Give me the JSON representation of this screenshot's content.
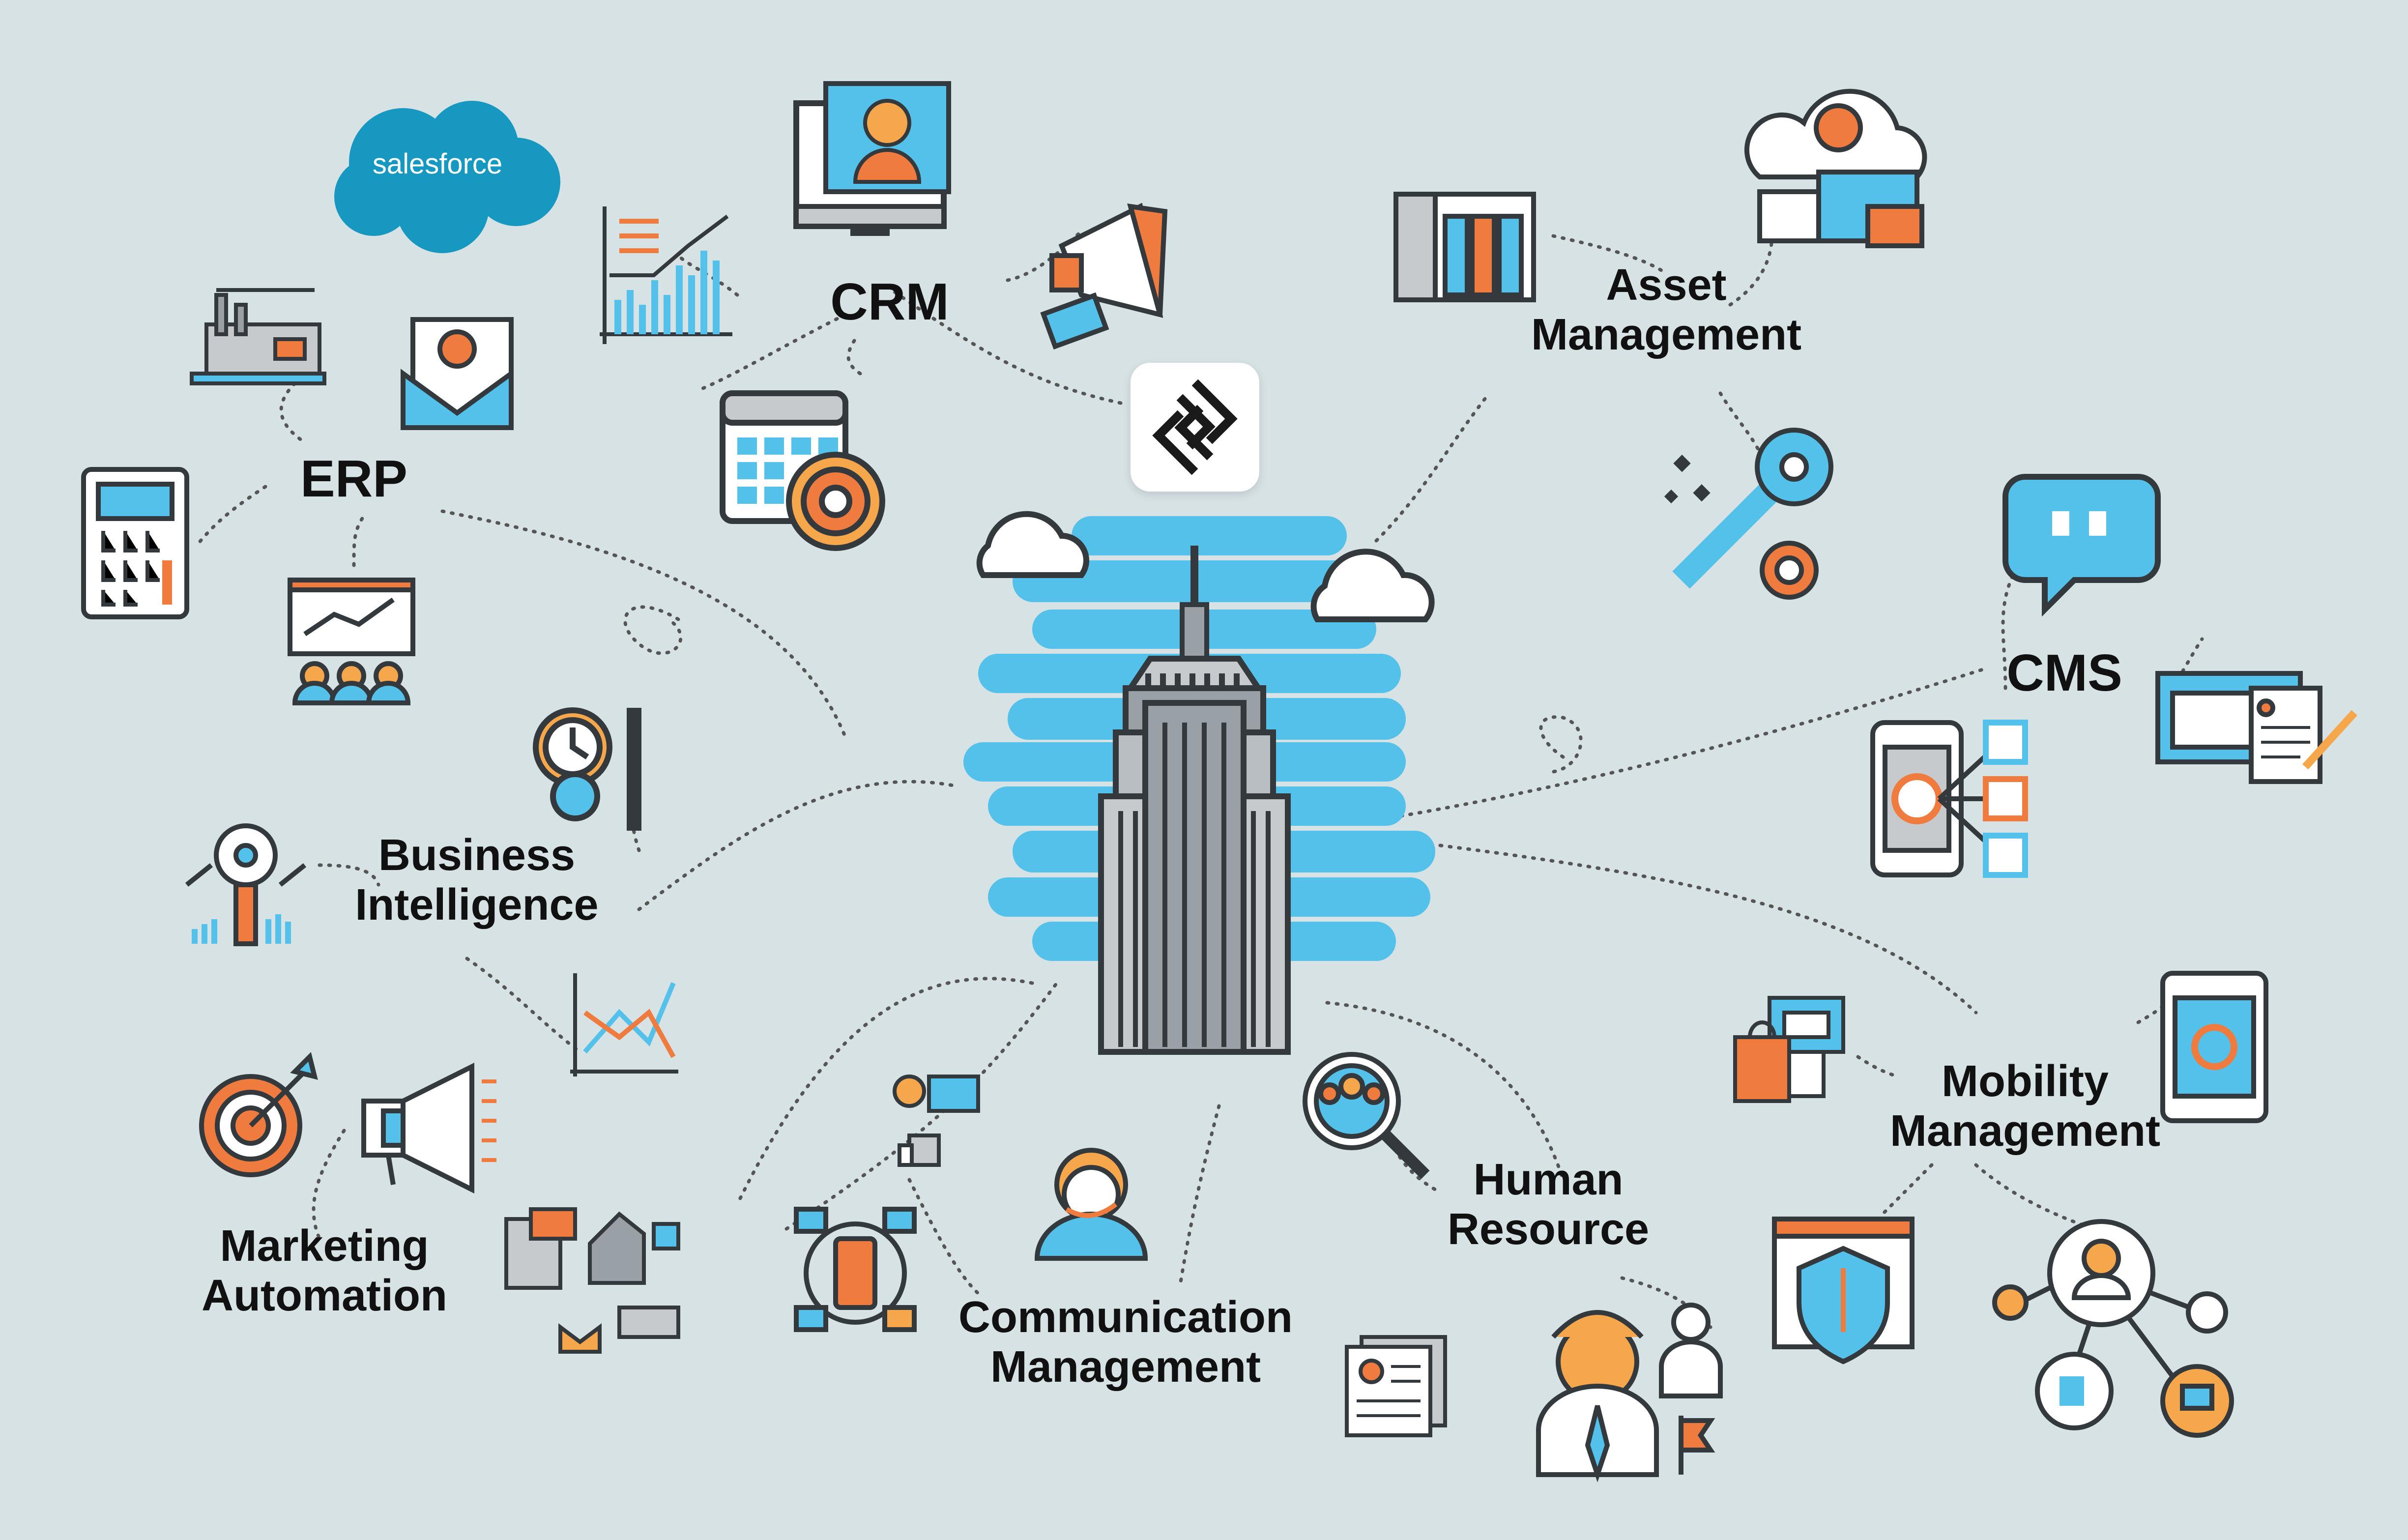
{
  "labels": {
    "crm": "CRM",
    "erp": "ERP",
    "asset": [
      "Asset",
      "Management"
    ],
    "cms": "CMS",
    "bi": [
      "Business",
      "Intelligence"
    ],
    "mobility": [
      "Mobility",
      "Management"
    ],
    "marketing": [
      "Marketing",
      "Automation"
    ],
    "communication": [
      "Communication",
      "Management"
    ],
    "hr": [
      "Human",
      "Resource"
    ]
  },
  "brand": {
    "salesforce": "salesforce"
  },
  "colors": {
    "background": "#d7e2e5",
    "accent_blue": "#54c1ea",
    "accent_orange": "#f07b3f",
    "dark": "#33393d",
    "salesforce_blue": "#1798c1"
  },
  "icons": [
    "salesforce-logo-icon",
    "crm-monitor-icon",
    "growth-chart-icon",
    "megaphone-icon",
    "calendar-gear-icon",
    "factory-icon",
    "email-settings-icon",
    "calculator-icon",
    "presentation-icon",
    "server-rack-icon",
    "cloud-devices-icon",
    "key-gear-icon",
    "quote-bubble-icon",
    "browser-document-icon",
    "mobile-network-icon",
    "clock-wrench-icon",
    "data-analysis-icon",
    "line-chart-icon",
    "target-icon",
    "marketing-megaphone-icon",
    "marketing-collage-icon",
    "chat-thumbs-icon",
    "support-agent-icon",
    "communication-hub-icon",
    "team-search-icon",
    "id-cards-icon",
    "businessman-icon",
    "shopping-bags-icon",
    "mobile-email-icon",
    "security-payment-icon",
    "social-network-icon",
    "skyscraper-icon",
    "cloud-icon",
    "platform-logo-icon"
  ]
}
